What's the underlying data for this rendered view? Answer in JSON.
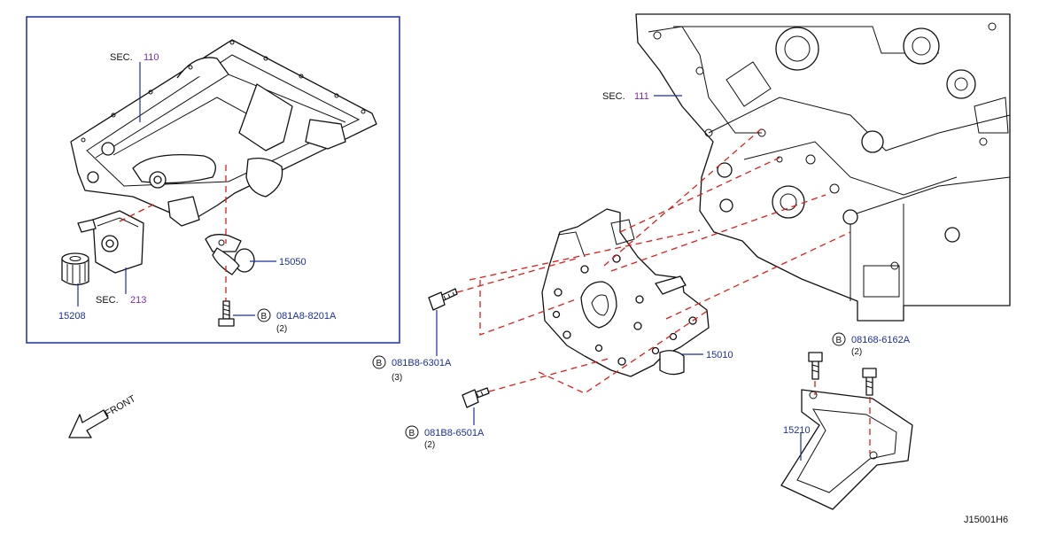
{
  "colors": {
    "label": "#1a2fa0",
    "section_number": "#7a2ab0",
    "mounting_line": "#e01b1b",
    "frame": "#1a2fa0",
    "line_art": "#111111"
  },
  "detail_box": {
    "sec_110": {
      "prefix": "SEC.",
      "number": "110"
    },
    "sec_213": {
      "prefix": "SEC.",
      "number": "213"
    },
    "part_15050": "15050",
    "part_15208": "15208",
    "bolt_081a8": {
      "badge": "B",
      "code": "081A8-8201A",
      "qty": "(2)"
    }
  },
  "main": {
    "sec_111": {
      "prefix": "SEC.",
      "number": "111"
    },
    "part_15010": "15010",
    "part_15210": "15210",
    "bolt_081b8_6301": {
      "badge": "B",
      "code": "081B8-6301A",
      "qty": "(3)"
    },
    "bolt_081b8_6501": {
      "badge": "B",
      "code": "081B8-6501A",
      "qty": "(2)"
    },
    "bolt_08168": {
      "badge": "B",
      "code": "08168-6162A",
      "qty": "(2)"
    },
    "front_label": "FRONT",
    "diagram_code": "J15001H6"
  }
}
